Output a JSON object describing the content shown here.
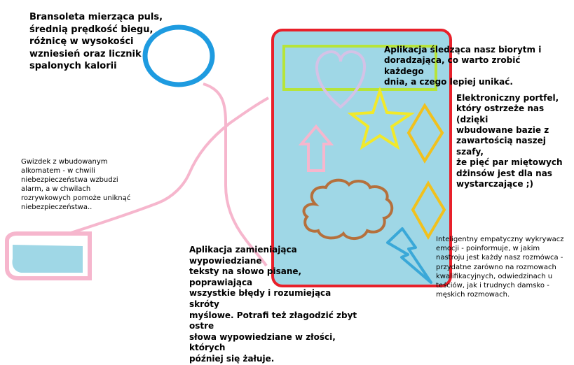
{
  "notes": {
    "bracelet": "Bransoleta mierząca puls,\nśrednią prędkość biegu,\nróżnicę w wysokości\nwzniesień oraz licznik\nspalonych kalorii",
    "whistle": "Gwizdek z wbudowanym\nalkomatem - w chwili\nniebezpieczeństwa wzbudzi\nalarm, a w chwilach\nrozrywkowych pomoże uniknąć\nniebezpieczeństwa..",
    "biorhythm": "Aplikacja śledząca nasz biorytm i\ndoradzająca, co warto zrobić każdego\ndnia, a czego lepiej unikać.",
    "wallet": "Elektroniczny portfel,\nktóry ostrzeże nas (dzięki\nwbudowane bazie z\nzawartością naszej szafy,\nże pięć par miętowych\ndżinsów jest dla nas\nwystarczające ;)",
    "speech": "Aplikacja zamieniająca wypowiedziane\nteksty na słowo pisane, poprawiająca\nwszystkie błędy i rozumiejąca skróty\nmyślowe. Potrafi też złagodzić zbyt ostre\nsłowa wypowiedziane w złości, których\npóźniej się żałuje.",
    "emotion": "Inteligentny empatyczny wykrywacz\nemocji - poinformuje, w jakim\nnastroju jest każdy nasz rozmówca -\nprzydatne zarówno na rozmowach\nkwalifikacyjnych, odwiedzinach u\nteściów, jak i trudnych damsko -\nmęskich rozmowach."
  },
  "icons": [
    "bracelet-icon",
    "whistle-icon",
    "phone-frame",
    "green-rectangle",
    "heart-icon",
    "star-icon",
    "arrow-up-icon",
    "diamond-icon",
    "cloud-icon",
    "lightning-icon"
  ],
  "colors": {
    "phone_fill": "#9fd7e6",
    "phone_border": "#e8202a",
    "bracelet_ring": "#1e9be0",
    "cord_pink": "#f6b6cd",
    "green_box": "#b6e43a",
    "heart": "#d4c2e6",
    "star": "#f2e92a",
    "diamond": "#f1c11d",
    "cloud": "#b5703c",
    "lightning": "#3aa8d8",
    "whistle_fill": "#9fd7e6"
  }
}
